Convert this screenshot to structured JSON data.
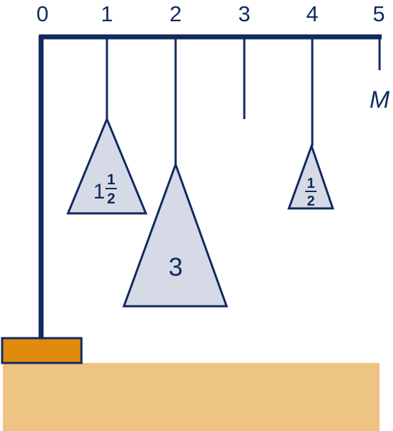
{
  "scale": {
    "numbers": [
      "0",
      "1",
      "2",
      "3",
      "4",
      "5"
    ],
    "end_label": "M"
  },
  "weights": {
    "at_1": {
      "whole": "1",
      "numerator": "1",
      "denominator": "2"
    },
    "at_2": {
      "value": "3"
    },
    "at_4": {
      "numerator": "1",
      "denominator": "2"
    }
  },
  "colors": {
    "structure": "#102a5e",
    "weight_fill": "#d6dae6",
    "base_block": "#e08a10",
    "table": "#eec485"
  }
}
